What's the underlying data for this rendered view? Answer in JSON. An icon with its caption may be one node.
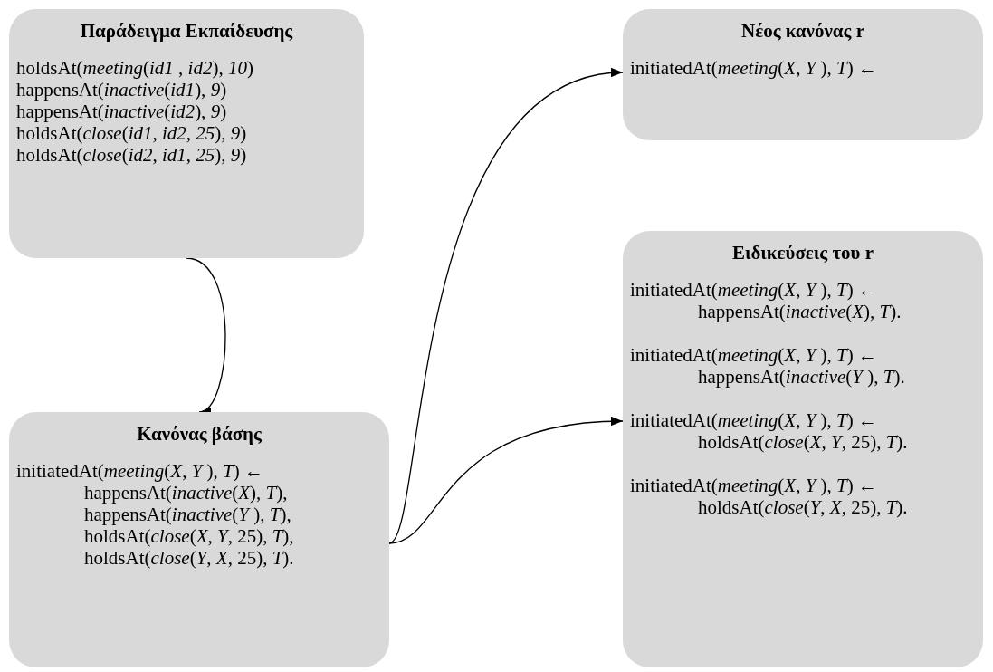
{
  "diagram": {
    "nodes": [
      {
        "text": [
          "Παράδειγμα Εκπαίδευσης",
          "holdsAt(*meeting*(*id1* , *id2*), *10*)",
          "happensAt(*inactive*(*id1*), *9*)",
          "happensAt(*inactive*(*id2*), *9*)",
          "holdsAt(*close*(*id1*, *id2*, *25*), *9*)",
          "holdsAt(*close*(*id2*, *id1*, *25*), *9*)"
        ]
      },
      {
        "text": [
          "Κανόνας βάσης",
          "initiatedAt(*meeting*(*X*, *Y* ), *T*) ←",
          "happensAt(*inactive*(*X*), *T*),",
          "happensAt(*inactive*(*Y* ), *T*),",
          "holdsAt(*close*(*X*, *Y*, 25), *T*),",
          "holdsAt(*close*(*Y*,  *X*, 25), *T*)."
        ]
      },
      {
        "text": [
          "Νέος κανόνας r",
          "initiatedAt(*meeting*(*X*, *Y* ), *T*) ←"
        ]
      },
      {
        "text": [
          "Ειδικεύσεις του r",
          "initiatedAt(*meeting*(*X*, *Y* ), *T*) ←",
          "happensAt(*inactive*(*X*), *T*).",
          "initiatedAt(*meeting*(*X*, *Y* ), *T*) ←",
          "happensAt(*inactive*(*Y* ), *T*).",
          "initiatedAt(*meeting*(*X*, *Y* ), *T*) ←",
          "holdsAt(*close*(*X*, *Y*, 25), *T*).",
          "initiatedAt(*meeting*(*X*, *Y* ), *T*) ←",
          "holdsAt(*close*(*Y*, *X*, 25), *T*)."
        ]
      }
    ],
    "edges": [
      {
        "from": 0,
        "to": 1,
        "arrow": "to"
      },
      {
        "from": 1,
        "to": 2,
        "arrow": "to"
      },
      {
        "from": 1,
        "to": 3,
        "arrow": "to"
      }
    ]
  }
}
